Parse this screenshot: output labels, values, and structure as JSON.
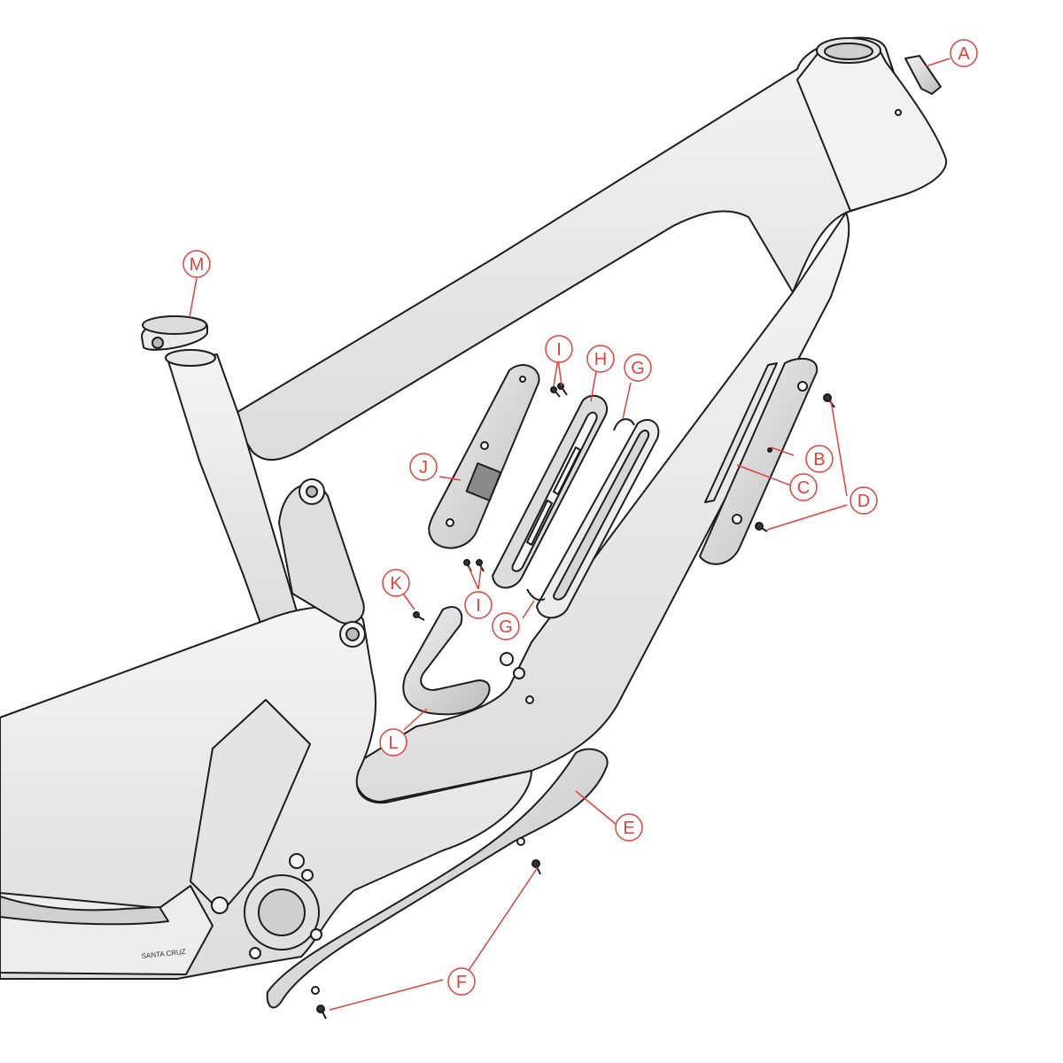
{
  "diagram": {
    "colors": {
      "callout": "#e0413a",
      "frame_fill": "#efefef",
      "frame_shade": "#d9d9d9",
      "outline": "#1d1d1d"
    },
    "frame_logo": "SANTA CRUZ",
    "callouts": [
      {
        "id": "A",
        "label": "A"
      },
      {
        "id": "B",
        "label": "B"
      },
      {
        "id": "C",
        "label": "C"
      },
      {
        "id": "D",
        "label": "D"
      },
      {
        "id": "E",
        "label": "E"
      },
      {
        "id": "F",
        "label": "F"
      },
      {
        "id": "G1",
        "label": "G"
      },
      {
        "id": "G2",
        "label": "G"
      },
      {
        "id": "H",
        "label": "H"
      },
      {
        "id": "I1",
        "label": "I"
      },
      {
        "id": "I2",
        "label": "I"
      },
      {
        "id": "J",
        "label": "J"
      },
      {
        "id": "K",
        "label": "K"
      },
      {
        "id": "L",
        "label": "L"
      },
      {
        "id": "M",
        "label": "M"
      }
    ]
  }
}
